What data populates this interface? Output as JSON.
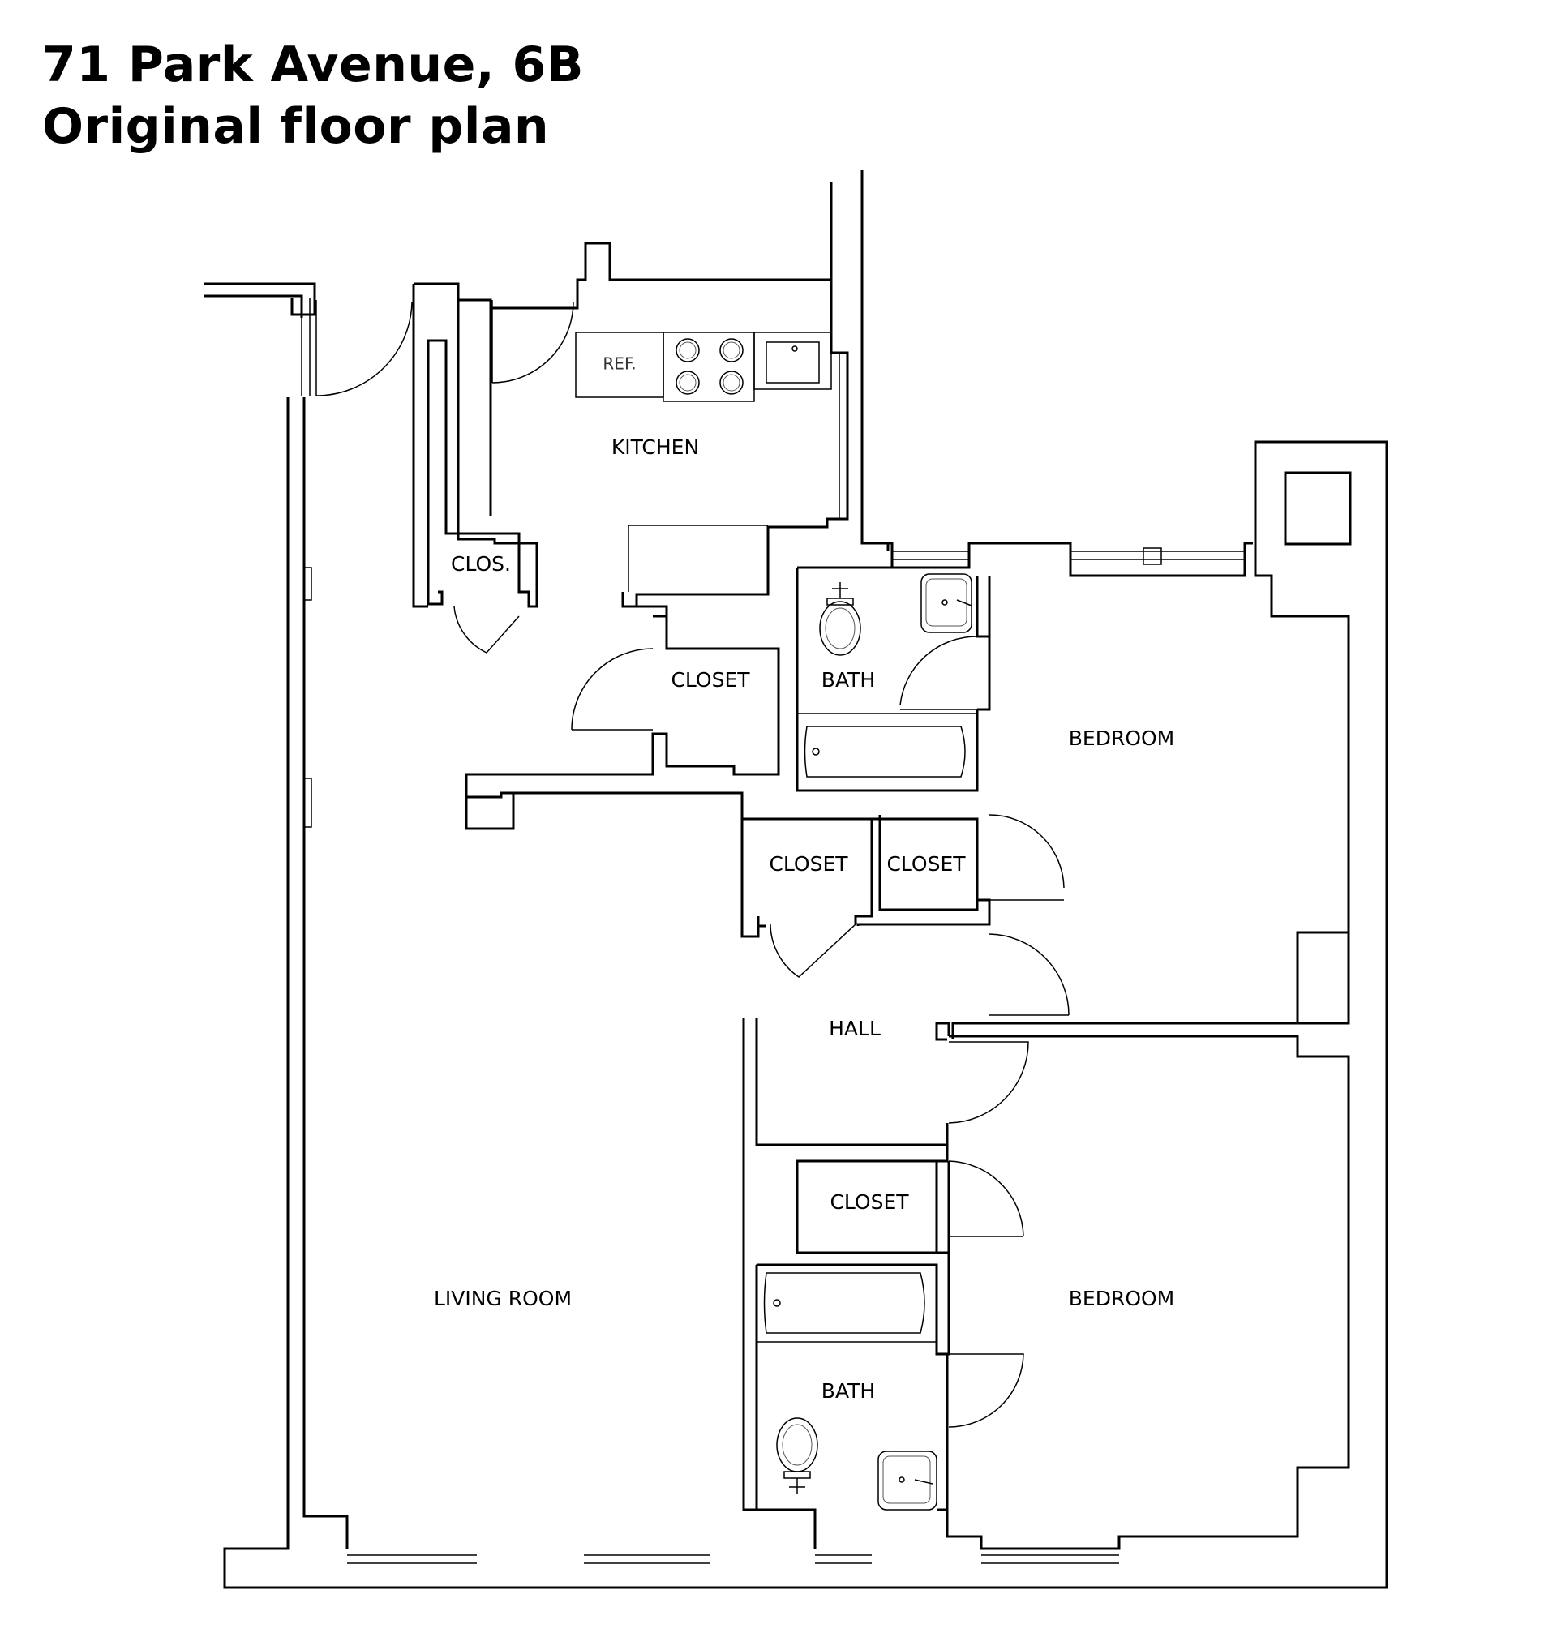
{
  "title": {
    "line1": "71 Park Avenue, 6B",
    "line2": "Original floor plan"
  },
  "rooms": {
    "kitchen": "KITCHEN",
    "refrigerator": "REF.",
    "clos": "CLOS.",
    "kitchen_closet": "CLOSET",
    "bath_top": "BATH",
    "bedroom_top": "BEDROOM",
    "hall_closet_left": "CLOSET",
    "hall_closet_right": "CLOSET",
    "hall": "HALL",
    "bedroom_closet": "CLOSET",
    "living_room": "LIVING ROOM",
    "bedroom_bottom": "BEDROOM",
    "bath_bottom": "BATH"
  }
}
